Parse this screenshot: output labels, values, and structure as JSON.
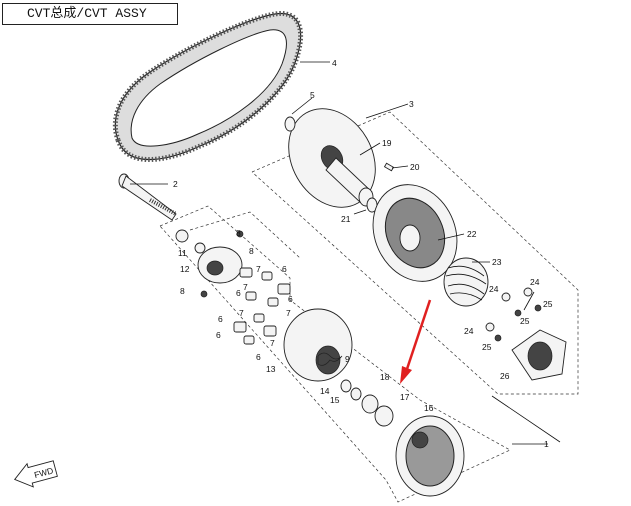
{
  "title": "CVT总成/CVT ASSY",
  "fwd_label": "FWD",
  "callouts": [
    "1",
    "2",
    "3",
    "4",
    "5",
    "6",
    "7",
    "8",
    "9",
    "11",
    "12",
    "13",
    "14",
    "15",
    "16",
    "17",
    "18",
    "19",
    "20",
    "21",
    "22",
    "23",
    "24",
    "25",
    "26"
  ],
  "colors": {
    "arrow": "#e02020",
    "line": "#111111"
  }
}
